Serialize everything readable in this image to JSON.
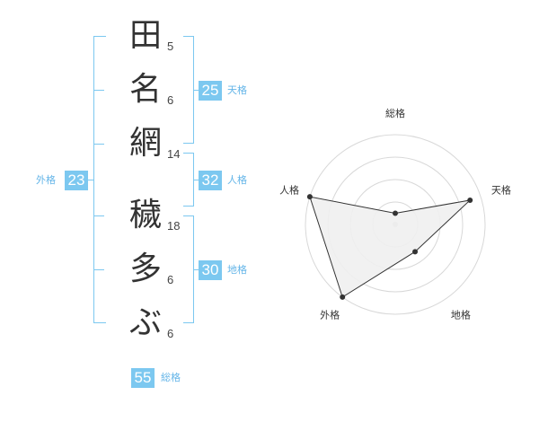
{
  "name_chars": [
    {
      "char": "田",
      "strokes": "5"
    },
    {
      "char": "名",
      "strokes": "6"
    },
    {
      "char": "網",
      "strokes": "14"
    },
    {
      "char": "穢",
      "strokes": "18"
    },
    {
      "char": "多",
      "strokes": "6"
    },
    {
      "char": "ぶ",
      "strokes": "6"
    }
  ],
  "kaku": {
    "tenkaku": {
      "value": "25",
      "label": "天格"
    },
    "jinkaku": {
      "value": "32",
      "label": "人格"
    },
    "chikaku": {
      "value": "30",
      "label": "地格"
    },
    "gaikaku": {
      "value": "23",
      "label": "外格"
    },
    "soukaku": {
      "value": "55",
      "label": "総格"
    }
  },
  "chart_data": {
    "type": "radar",
    "axes": [
      "総格",
      "天格",
      "地格",
      "外格",
      "人格"
    ],
    "rings": 4,
    "max": 4,
    "values": [
      0.5,
      3.5,
      1.5,
      4,
      4
    ],
    "grid": true,
    "fill_color": "#f0f0f0",
    "line_color": "#333333",
    "grid_color": "#d8d8d8"
  },
  "colors": {
    "accent": "#7cc8f0",
    "accent_text": "#64b5e8"
  }
}
